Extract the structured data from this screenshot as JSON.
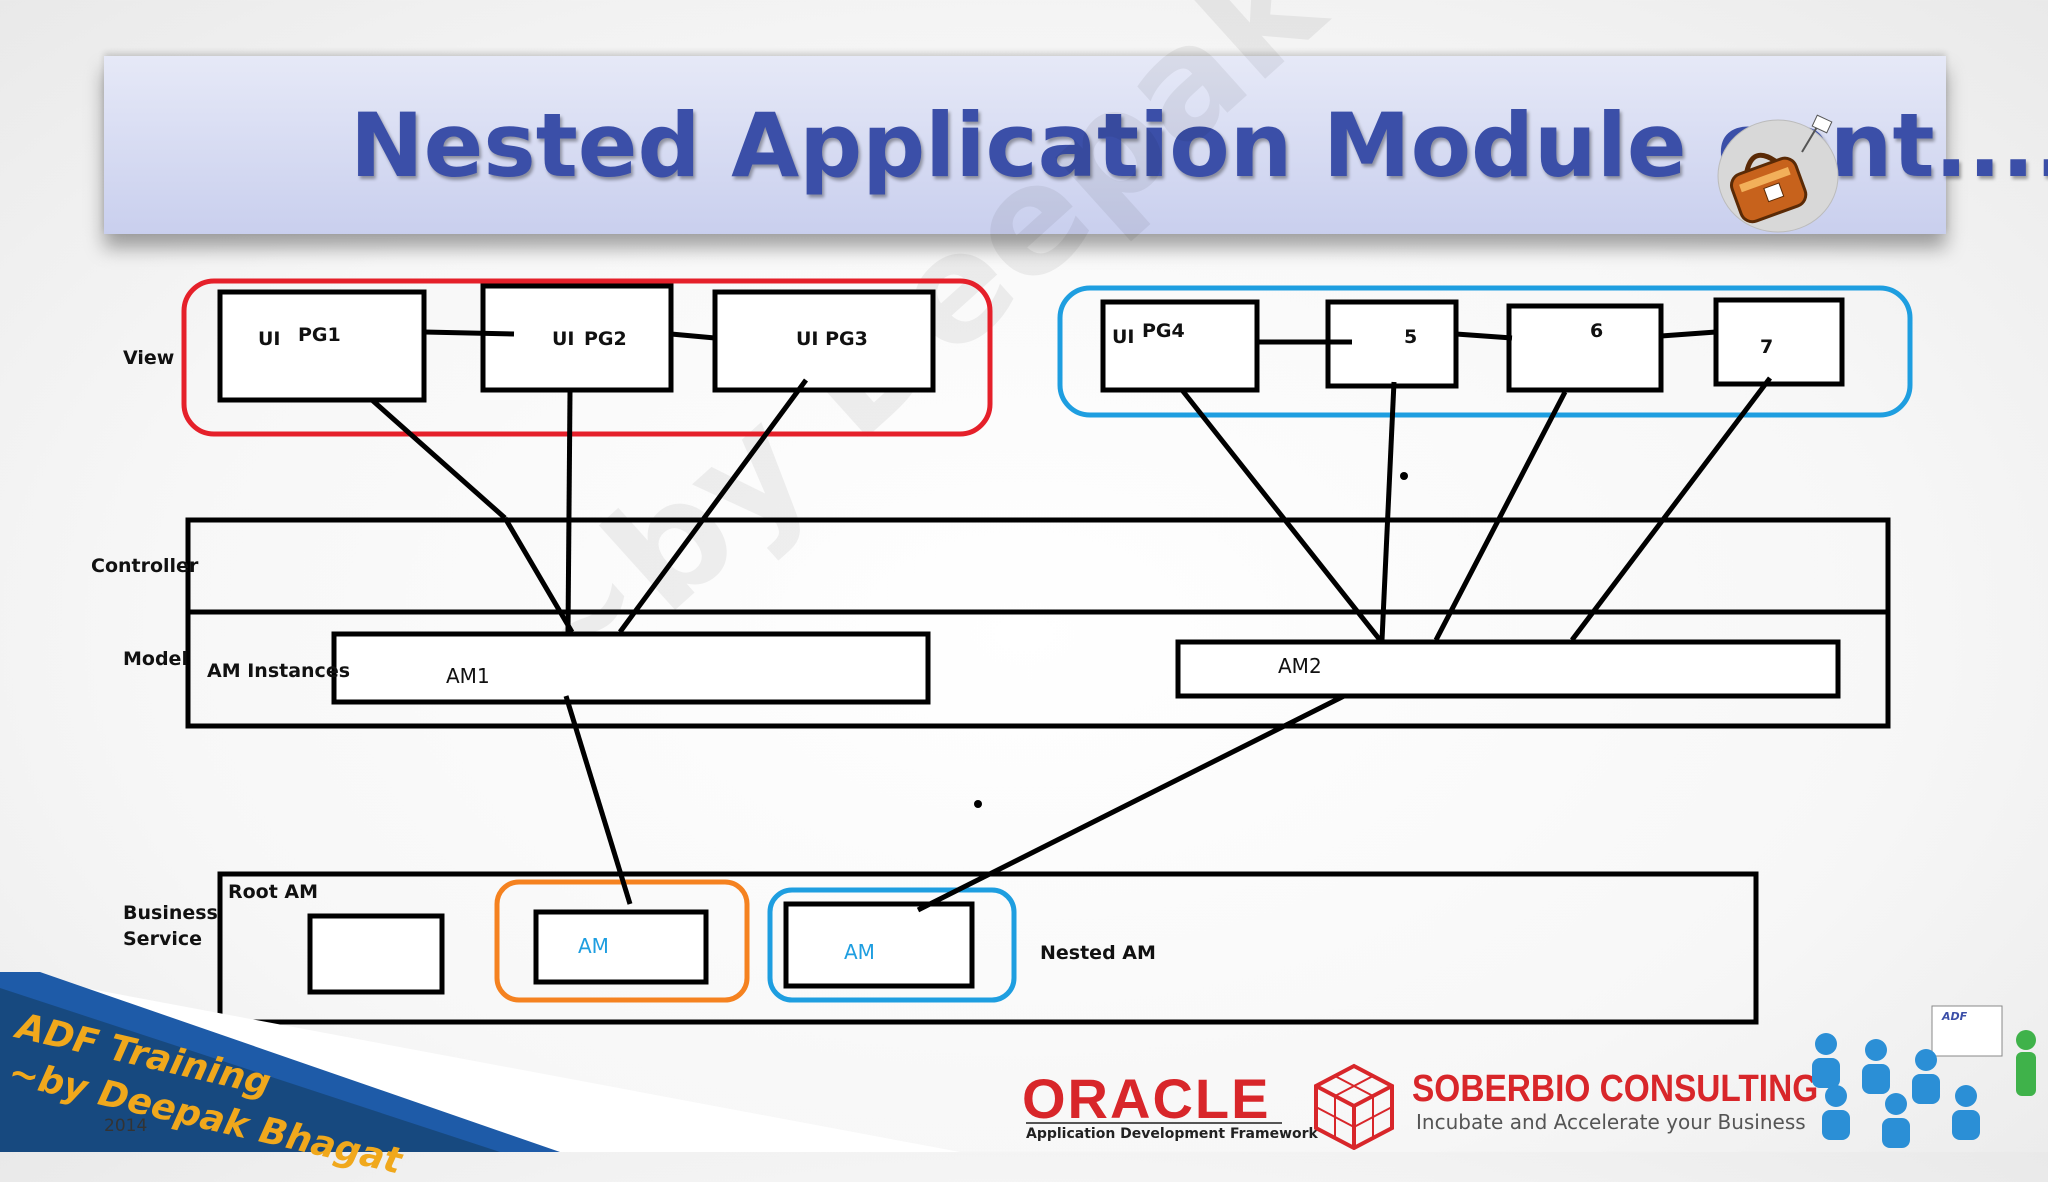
{
  "title": "Nested Application Module cont....",
  "layers": {
    "view": "View",
    "controller": "Controller",
    "model": "Model",
    "am_instances": "AM Instances",
    "business_service_line1": "Business",
    "business_service_line2": "Service"
  },
  "pages_group1": {
    "pg1_ui": "UI",
    "pg1_name": "PG1",
    "pg2_ui": "UI",
    "pg2_name": "PG2",
    "pg3": "UI PG3"
  },
  "pages_group2": {
    "pg4_ui": "UI",
    "pg4_name": "PG4",
    "p5": "5",
    "p6": "6",
    "p7": "7"
  },
  "model": {
    "am1": "AM1",
    "am2": "AM2"
  },
  "business": {
    "root_am": "Root AM",
    "am_a": "AM",
    "am_b": "AM",
    "nested_am": "Nested AM"
  },
  "branding": {
    "adf_line1": "ADF Training",
    "adf_line2": "~by Deepak Bhagat",
    "year": "2014",
    "oracle": "ORACLE",
    "oracle_sub": "Application Development Framework",
    "soberbio": "SOBERBIO CONSULTING",
    "soberbio_tag": "Incubate and Accelerate your Business",
    "watermark": "~by Deepak Bhagat"
  },
  "colors": {
    "title": "#3b4fa8",
    "red_group": "#e5202a",
    "blue_group": "#1e9ee0",
    "orange_group": "#f58220"
  },
  "icons": [
    "luggage-icon",
    "classroom-icon",
    "soberbio-cube-icon"
  ]
}
